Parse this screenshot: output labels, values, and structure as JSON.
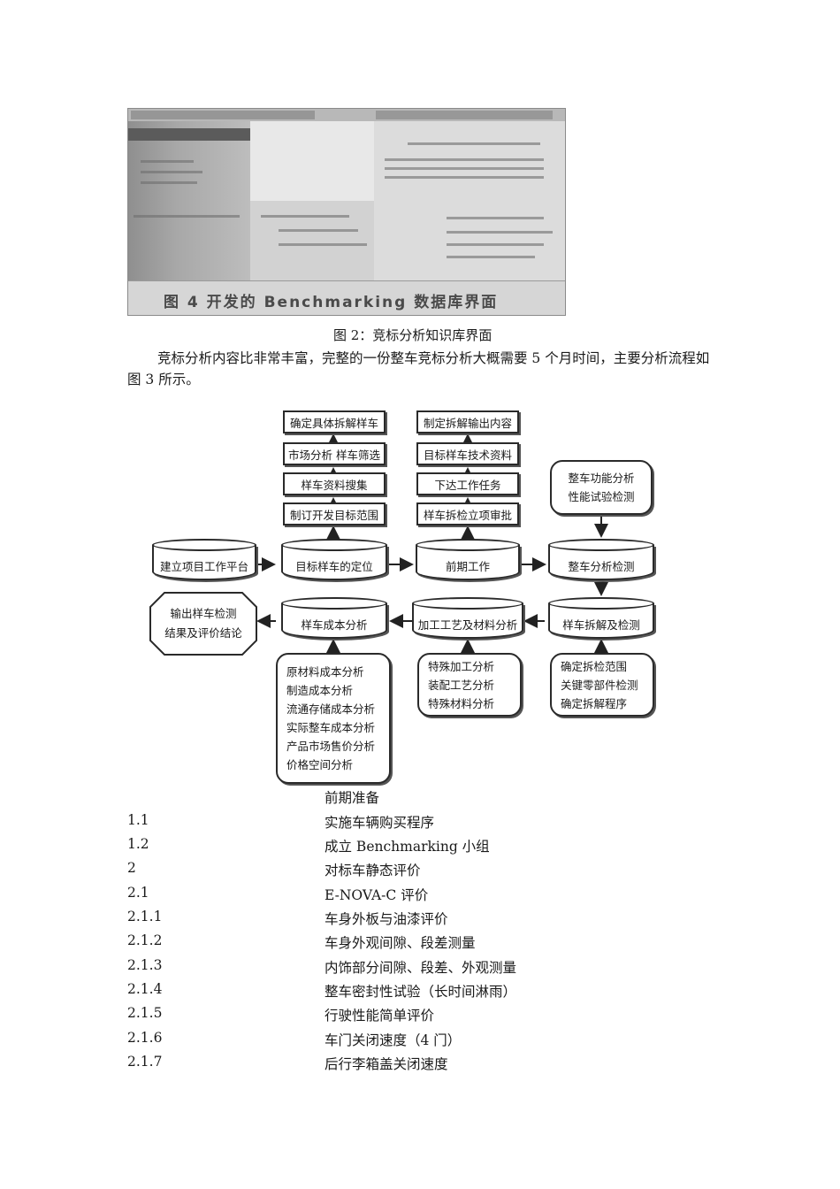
{
  "figure_screenshot": {
    "caption": "图 4  开发的 Benchmarking 数据库界面"
  },
  "figure2_caption": "图 2：竞标分析知识库界面",
  "paragraph": "竞标分析内容比非常丰富，完整的一份整车竞标分析大概需要 5 个月时间，主要分析流程如图 3 所示。",
  "flowchart": {
    "col1": [
      "确定具体拆解样车",
      "市场分析  样车筛选",
      "样车资料搜集",
      "制订开发目标范围"
    ],
    "col2": [
      "制定拆解输出内容",
      "目标样车技术资料",
      "下达工作任务",
      "样车拆检立项审批"
    ],
    "top_right": [
      "整车功能分析",
      "性能试验检测"
    ],
    "main_row": [
      "建立项目工作平台",
      "目标样车的定位",
      "前期工作",
      "整车分析检测"
    ],
    "second_row": [
      "样车成本分析",
      "加工工艺及材料分析",
      "样车拆解及检测"
    ],
    "output": [
      "输出样车检测",
      "结果及评价结论"
    ],
    "cost_items": [
      "原材料成本分析",
      "制造成本分析",
      "流通存储成本分析",
      "实际整车成本分析",
      "产品市场售价分析",
      "价格空间分析"
    ],
    "process_items": [
      "特殊加工分析",
      "装配工艺分析",
      "特殊材料分析"
    ],
    "teardown_items": [
      "确定拆检范围",
      "关键零部件检测",
      "确定拆解程序"
    ]
  },
  "outline": {
    "heading": "前期准备",
    "items": [
      {
        "num": "1.1",
        "text": "实施车辆购买程序"
      },
      {
        "num": "1.2",
        "text": "成立 Benchmarking 小组"
      },
      {
        "num": "2",
        "text": "对标车静态评价"
      },
      {
        "num": "2.1",
        "text": "E-NOVA-C 评价"
      },
      {
        "num": "2.1.1",
        "text": "车身外板与油漆评价"
      },
      {
        "num": "2.1.2",
        "text": "车身外观间隙、段差测量"
      },
      {
        "num": "2.1.3",
        "text": "内饰部分间隙、段差、外观测量"
      },
      {
        "num": "2.1.4",
        "text": "整车密封性试验（长时间淋雨）"
      },
      {
        "num": "2.1.5",
        "text": "行驶性能简单评价"
      },
      {
        "num": "2.1.6",
        "text": "车门关闭速度（4 门）"
      },
      {
        "num": "2.1.7",
        "text": "后行李箱盖关闭速度"
      }
    ]
  }
}
